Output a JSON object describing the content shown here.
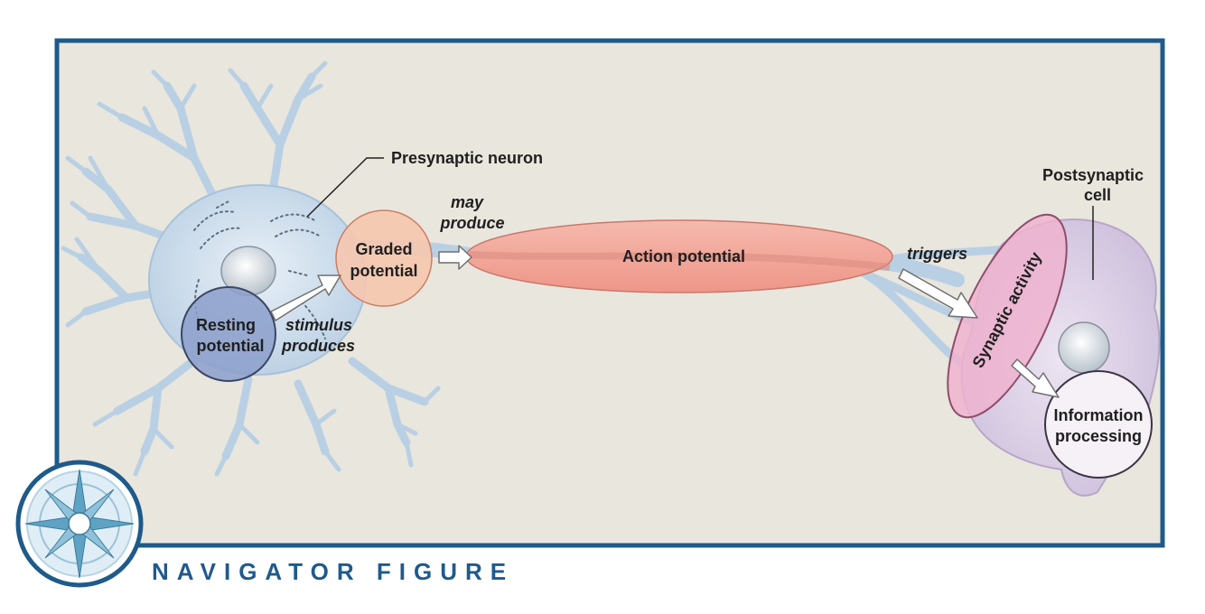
{
  "labels": {
    "presynaptic_neuron": "Presynaptic neuron",
    "graded_line1": "Graded",
    "graded_line2": "potential",
    "resting_line1": "Resting",
    "resting_line2": "potential",
    "stimulus": "stimulus",
    "produces": "produces",
    "may": "may",
    "produce": "produce",
    "action_potential": "Action potential",
    "triggers": "triggers",
    "synaptic_activity": "Synaptic activity",
    "postsynaptic_line1": "Postsynaptic",
    "postsynaptic_line2": "cell",
    "info_line1": "Information",
    "info_line2": "processing"
  },
  "footer": {
    "title": "NAVIGATOR FIGURE"
  },
  "colors": {
    "frame": "#1e5a8a",
    "panel": "#e9e6dd",
    "neuron": "#c9dcec",
    "resting": "#8c9fcb",
    "graded": "#f6c6ae",
    "action": "#f1a69a",
    "synaptic": "#efb3cf",
    "postsynaptic": "#d9cde4",
    "info": "#f6f0f7"
  },
  "icons": {
    "compass": "compass-rose-icon"
  }
}
